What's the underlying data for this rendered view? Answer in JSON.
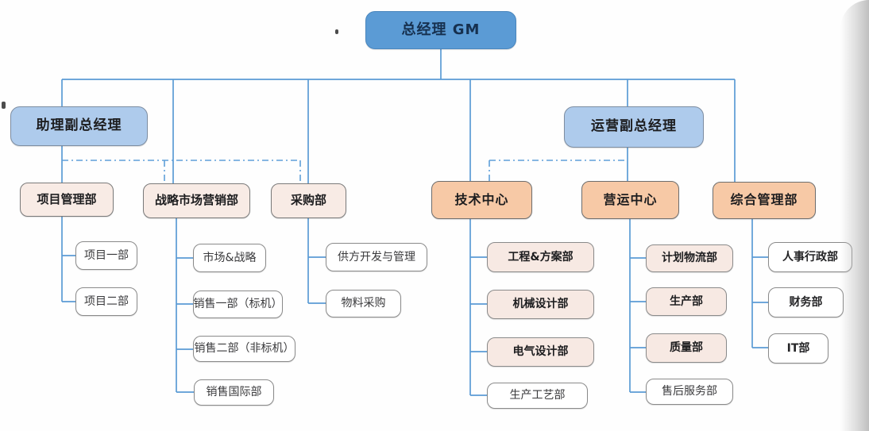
{
  "org": {
    "root": {
      "label": "总经理 GM"
    },
    "deputies": [
      {
        "label": "助理副总经理"
      },
      {
        "label": "运营副总经理"
      }
    ],
    "departments": [
      {
        "label": "项目管理部",
        "children": [
          "项目一部",
          "项目二部"
        ]
      },
      {
        "label": "战略市场营销部",
        "children": [
          "市场&战略",
          "销售一部（标机）",
          "销售二部（非标机）",
          "销售国际部"
        ]
      },
      {
        "label": "采购部",
        "children": [
          "供方开发与管理",
          "物料采购"
        ]
      },
      {
        "label": "技术中心",
        "children": [
          "工程&方案部",
          "机械设计部",
          "电气设计部",
          "生产工艺部"
        ]
      },
      {
        "label": "营运中心",
        "children": [
          "计划物流部",
          "生产部",
          "质量部",
          "售后服务部"
        ]
      },
      {
        "label": "综合管理部",
        "children": [
          "人事行政部",
          "财务部",
          "IT部"
        ]
      }
    ],
    "dotted_line_links": [
      {
        "from": "助理副总经理",
        "to": [
          "战略市场营销部",
          "采购部"
        ]
      },
      {
        "from": "运营副总经理",
        "to": [
          "技术中心"
        ]
      }
    ]
  },
  "colors": {
    "root_fill": "#5b9bd5",
    "deputy_fill": "#aecbec",
    "dept_pink_fill": "#f8ebe5",
    "dept_peach_fill": "#f7c9a6",
    "child_pink_fill": "#f7e9e3",
    "child_white_fill": "#ffffff",
    "solid_line": "#5b9bd5",
    "dashed_line": "#5e9fd8",
    "box_border": "#7a7a7a",
    "text": "#1d1d1f"
  }
}
